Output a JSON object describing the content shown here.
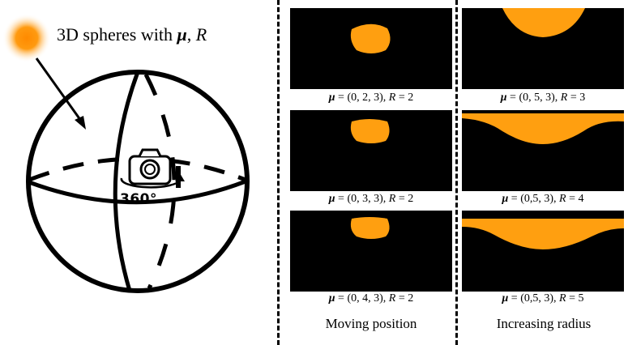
{
  "title": {
    "prefix": "3D spheres with ",
    "mu": "μ",
    "sep": ", ",
    "R": "R"
  },
  "camera_rotation": "360°",
  "colors": {
    "sphere_fill": "#ff9f10",
    "background": "#000000",
    "light": "#ff9500"
  },
  "columns": [
    {
      "heading": "Moving position",
      "panels": [
        {
          "mu_label": "μ",
          "eq": " = (0, 2, 3), ",
          "R_label": "R",
          "rval": " = 2",
          "mu": [
            0,
            2,
            3
          ],
          "R": 2,
          "shape": "blob"
        },
        {
          "mu_label": "μ",
          "eq": " = (0, 3, 3), ",
          "R_label": "R",
          "rval": " = 2",
          "mu": [
            0,
            3,
            3
          ],
          "R": 2,
          "shape": "blob"
        },
        {
          "mu_label": "μ",
          "eq": " = (0, 4, 3), ",
          "R_label": "R",
          "rval": " = 2",
          "mu": [
            0,
            4,
            3
          ],
          "R": 2,
          "shape": "blob"
        }
      ]
    },
    {
      "heading": "Increasing radius",
      "panels": [
        {
          "mu_label": "μ",
          "eq": " = (0, 5, 3), ",
          "R_label": "R",
          "rval": " = 3",
          "mu": [
            0,
            5,
            3
          ],
          "R": 3,
          "shape": "cap"
        },
        {
          "mu_label": "μ",
          "eq": " = (0,5, 3), ",
          "R_label": "R",
          "rval": " = 4",
          "mu": [
            0,
            5,
            3
          ],
          "R": 4,
          "shape": "band"
        },
        {
          "mu_label": "μ",
          "eq": " = (0,5, 3), ",
          "R_label": "R",
          "rval": " = 5",
          "mu": [
            0,
            5,
            3
          ],
          "R": 5,
          "shape": "band"
        }
      ]
    }
  ]
}
